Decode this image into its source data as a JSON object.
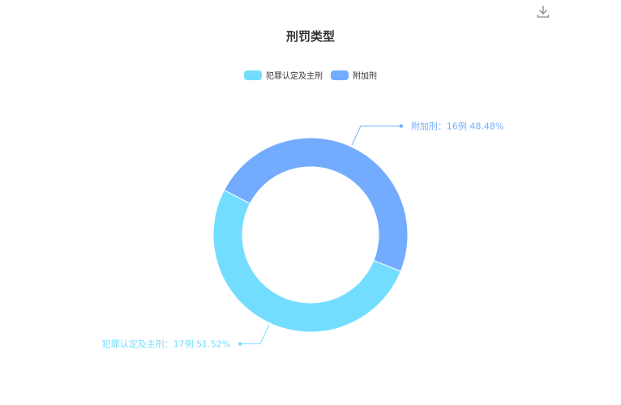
{
  "colors": {
    "criminal": "#73ddff",
    "additional": "#73acff",
    "title": "#333333",
    "icon": "#888888"
  },
  "toolbar": {
    "download_icon": "download-icon"
  },
  "chart_data": {
    "type": "pie",
    "variant": "donut",
    "title": "刑罚类型",
    "legend_position": "top-center",
    "slices": [
      {
        "name": "犯罪认定及主刑",
        "value": 17,
        "percent": 51.52,
        "label": "犯罪认定及主刑：17例  51.52%",
        "color": "#73ddff"
      },
      {
        "name": "附加刑",
        "value": 16,
        "percent": 48.48,
        "label": "附加刑：16例  48.48%",
        "color": "#73acff"
      }
    ]
  }
}
